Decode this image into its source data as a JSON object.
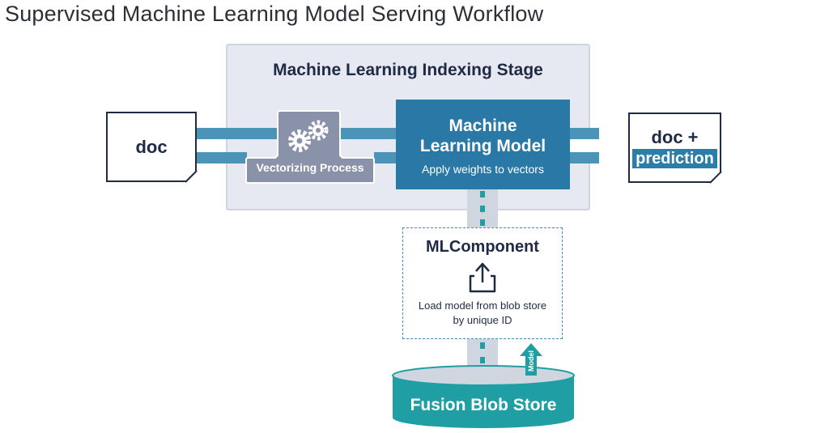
{
  "title": "Supervised Machine Learning Model Serving Workflow",
  "stage": {
    "title": "Machine Learning Indexing Stage"
  },
  "input_doc": {
    "label": "doc"
  },
  "output_doc": {
    "line1": "doc +",
    "line2": "prediction"
  },
  "vectorizing": {
    "label": "Vectorizing Process",
    "icon": "gears-icon"
  },
  "ml_model": {
    "title": "Machine Learning Model",
    "subtitle": "Apply weights to vectors"
  },
  "ml_component": {
    "title": "MLComponent",
    "icon": "upload-icon",
    "description": "Load model from blob store by unique ID"
  },
  "blob_store": {
    "label": "Fusion Blob Store"
  },
  "model_arrow": {
    "label": "Model"
  },
  "colors": {
    "flow": "#4b93b7",
    "ml_model": "#2a78a6",
    "stage_bg": "#e6e9f1",
    "vectorizing": "#8a92a9",
    "blob_store": "#1f9fa3",
    "prediction_highlight": "#2a7ea8",
    "text_dark": "#1f2a44"
  }
}
